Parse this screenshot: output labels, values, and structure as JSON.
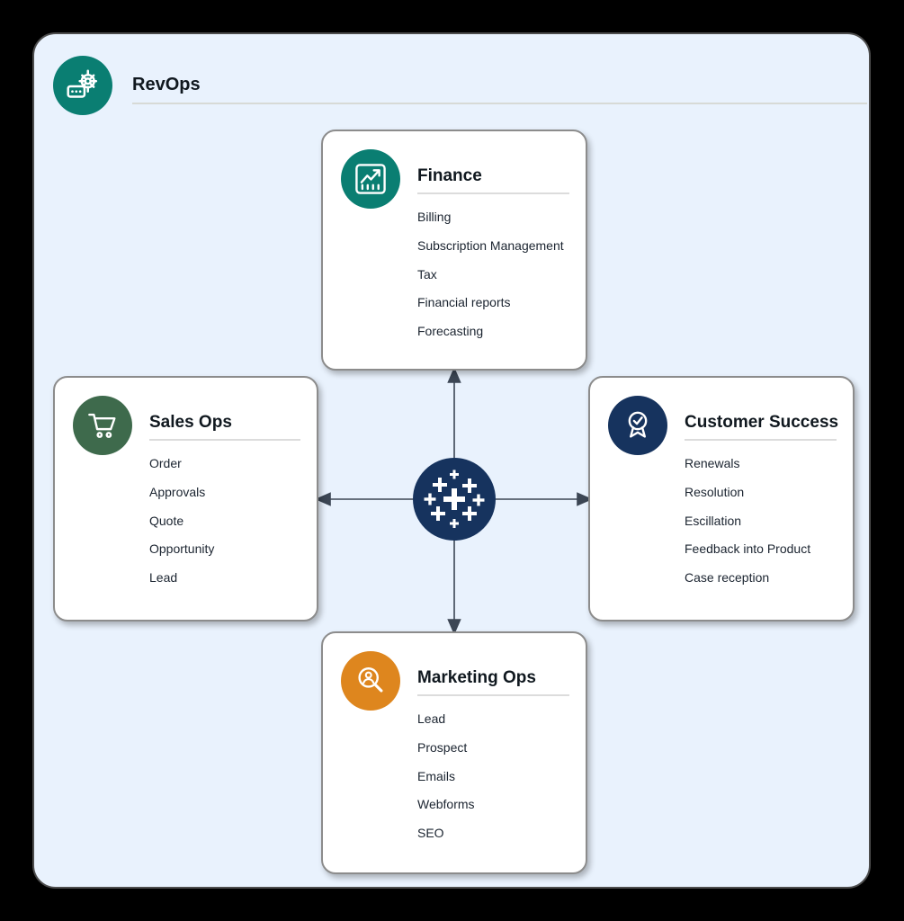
{
  "header": {
    "title": "RevOps",
    "icon": "gear-console-icon",
    "color": "#0a7e72"
  },
  "colors": {
    "panel_background": "#e9f2fd",
    "teal": "#0a7e72",
    "green": "#3e6a4c",
    "navy": "#16335e",
    "orange": "#de861e",
    "arrow": "#3c4654",
    "card_background": "#ffffff",
    "card_border": "#8c8c8c"
  },
  "cards": [
    {
      "id": "finance",
      "title": "Finance",
      "icon": "trend-chart-icon",
      "color": "#0a7e72",
      "items": [
        "Billing",
        "Subscription Management",
        "Tax",
        "Financial reports",
        "Forecasting"
      ]
    },
    {
      "id": "sales-ops",
      "title": "Sales Ops",
      "icon": "shopping-cart-icon",
      "color": "#3e6a4c",
      "items": [
        "Order",
        "Approvals",
        "Quote",
        "Opportunity",
        "Lead"
      ]
    },
    {
      "id": "customer-success",
      "title": "Customer Success",
      "icon": "award-ribbon-icon",
      "color": "#16335e",
      "items": [
        "Renewals",
        "Resolution",
        "Escillation",
        "Feedback into Product",
        "Case reception"
      ]
    },
    {
      "id": "marketing-ops",
      "title": "Marketing Ops",
      "icon": "search-person-icon",
      "color": "#de861e",
      "items": [
        "Lead",
        "Prospect",
        "Emails",
        "Webforms",
        "SEO"
      ]
    }
  ],
  "hub": {
    "icon": "plus-cluster-icon",
    "color": "#16335e"
  }
}
